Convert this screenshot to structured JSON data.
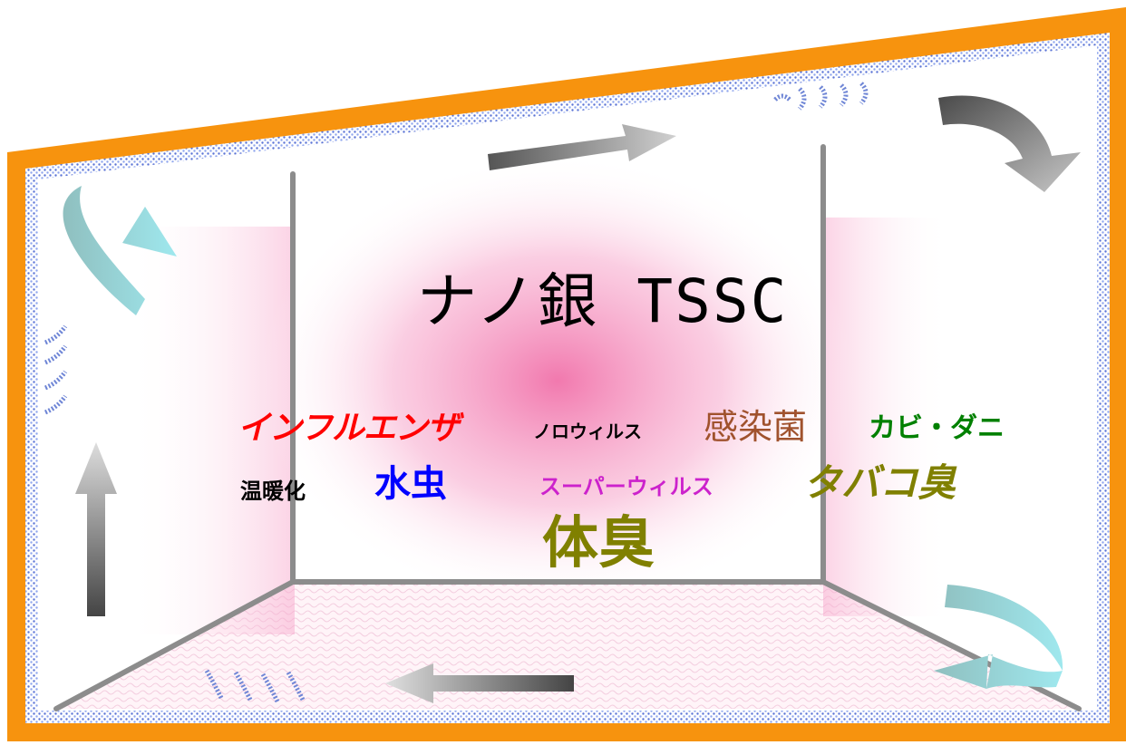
{
  "title": "ナノ銀 TSSC",
  "labels": {
    "influenza": "インフルエンザ",
    "norovirus": "ノロウィルス",
    "kansenkin": "感染菌",
    "kabi_dani": "カビ・ダニ",
    "ondanka": "温暖化",
    "mizumushi": "水虫",
    "super_virus": "スーパーウィルス",
    "tabako": "タバコ臭",
    "taishu": "体臭"
  },
  "colors": {
    "frame": "#f7930e",
    "wall_line": "#8c8c8c",
    "glow": "#f06aa5",
    "circulation_arrow": "#8fd3d3",
    "flow_arrow": "#6e6e6e",
    "influenza": "#ff0000",
    "norovirus": "#000000",
    "kansenkin": "#a0522d",
    "kabi_dani": "#008000",
    "ondanka": "#000000",
    "mizumushi": "#0000ff",
    "super_virus": "#cc22cc",
    "tabako": "#808000",
    "taishu": "#808000"
  },
  "icons": [
    "curved-circulation-arrow-icon",
    "straight-flow-arrow-icon",
    "air-wave-icon"
  ]
}
